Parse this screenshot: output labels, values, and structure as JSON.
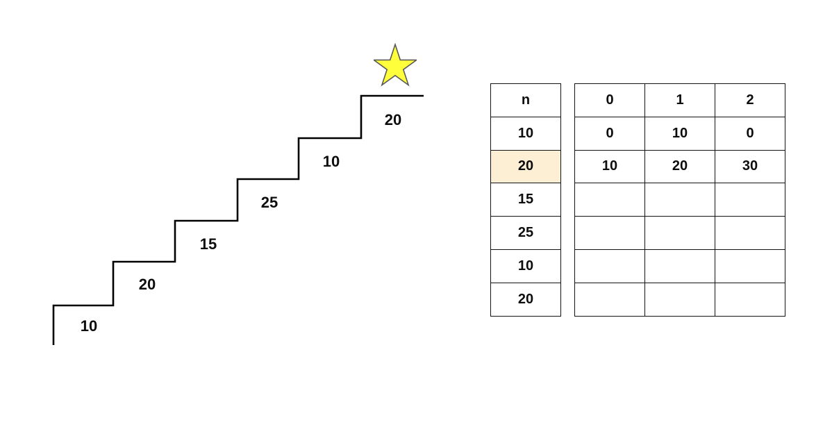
{
  "staircase": {
    "steps": [
      {
        "label": "10"
      },
      {
        "label": "20"
      },
      {
        "label": "15"
      },
      {
        "label": "25"
      },
      {
        "label": "10"
      },
      {
        "label": "20"
      }
    ],
    "star": {
      "fill": "#FFFF3B"
    }
  },
  "n_table": {
    "header": "n",
    "rows": [
      "10",
      "20",
      "15",
      "25",
      "10",
      "20"
    ],
    "highlighted_index": 1,
    "highlighted_value": "20",
    "highlight_color": "#FCEFD4"
  },
  "dp_table": {
    "headers": [
      "0",
      "1",
      "2"
    ],
    "rows": [
      [
        "0",
        "10",
        "0"
      ],
      [
        "10",
        "20",
        "30"
      ],
      [
        "",
        "",
        ""
      ],
      [
        "",
        "",
        ""
      ],
      [
        "",
        "",
        ""
      ],
      [
        "",
        "",
        ""
      ]
    ]
  }
}
